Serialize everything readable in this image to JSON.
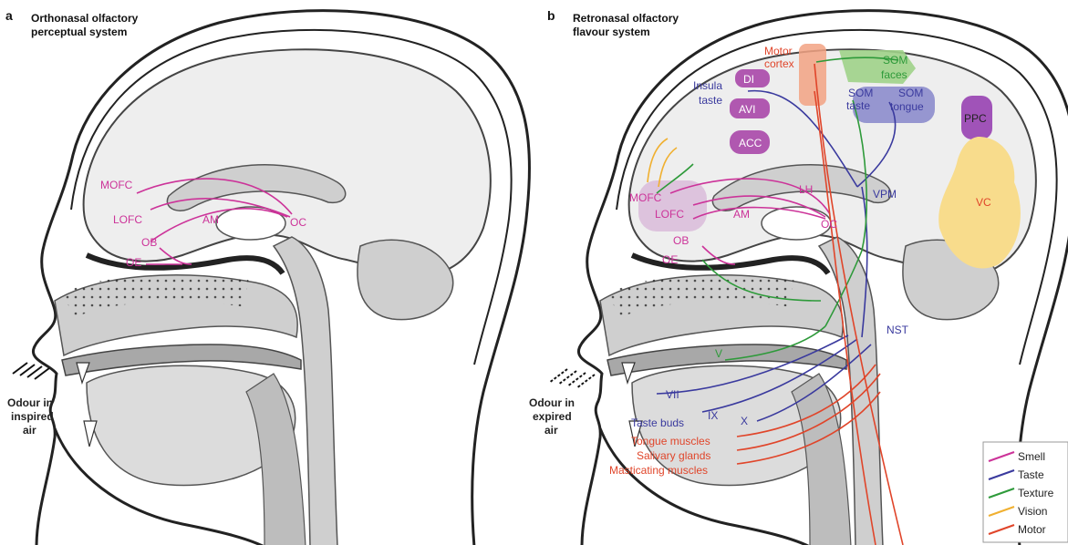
{
  "panel_a": {
    "letter": "a",
    "title_line1": "Orthonasal olfactory",
    "title_line2": "perceptual system",
    "labels": {
      "mofc": "MOFC",
      "lofc": "LOFC",
      "am": "AM",
      "oc": "OC",
      "ob": "OB",
      "oe": "OE"
    },
    "odour_line1": "Odour in",
    "odour_line2": "inspired",
    "odour_line3": "air"
  },
  "panel_b": {
    "letter": "b",
    "title_line1": "Retronasal olfactory",
    "title_line2": "flavour system",
    "labels": {
      "motor_cortex_1": "Motor",
      "motor_cortex_2": "cortex",
      "som_faces_1": "SOM",
      "som_faces_2": "faces",
      "di": "DI",
      "insula_1": "Insula",
      "insula_2": "taste",
      "avi": "AVI",
      "som_taste_1": "SOM",
      "som_taste_2": "taste",
      "som_tongue_1": "SOM",
      "som_tongue_2": "tongue",
      "ppc": "PPC",
      "acc": "ACC",
      "vc": "VC",
      "vpm": "VPM",
      "mofc": "MOFC",
      "lofc": "LOFC",
      "lh": "LH",
      "am": "AM",
      "oc": "OC",
      "ob": "OB",
      "oe": "OE",
      "nst": "NST",
      "v": "V",
      "vii": "VII",
      "ix": "IX",
      "x": "X",
      "taste_buds": "Taste buds",
      "tongue_muscles": "Tongue muscles",
      "salivary_glands": "Salivary glands",
      "masticating_muscles": "Masticating muscles"
    },
    "odour_line1": "Odour in",
    "odour_line2": "expired",
    "odour_line3": "air"
  },
  "legend": {
    "items": [
      {
        "label": "Smell",
        "color": "#cc3399"
      },
      {
        "label": "Taste",
        "color": "#3a3a9e"
      },
      {
        "label": "Texture",
        "color": "#2e9a3a"
      },
      {
        "label": "Vision",
        "color": "#f0b030"
      },
      {
        "label": "Motor",
        "color": "#e0452a"
      }
    ]
  },
  "colors": {
    "smell": "#cc3399",
    "taste": "#3a3a9e",
    "texture": "#2e9a3a",
    "vision": "#f0b030",
    "motor": "#e0452a",
    "brain": "#eeeeee",
    "tissue": "#cfcfcf",
    "dark_tissue": "#a8a8a8"
  }
}
